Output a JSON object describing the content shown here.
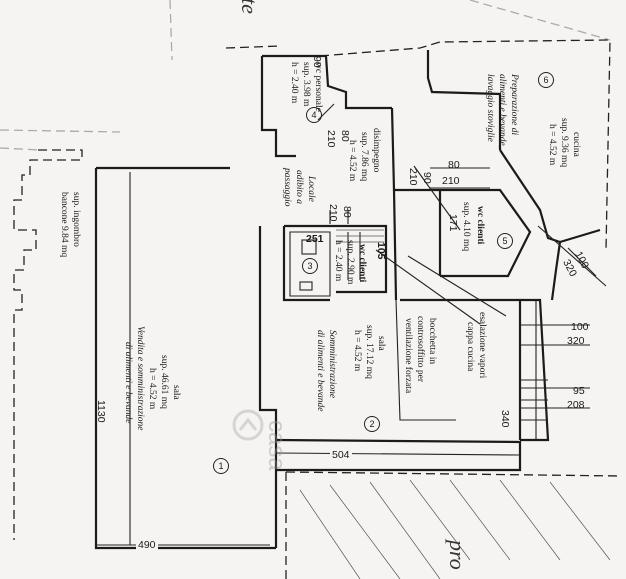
{
  "header_fragment_top": "te",
  "header_fragment_bottom": "pro",
  "watermark": "casa",
  "rooms": {
    "sala_principale": {
      "number": "1",
      "name": "sala",
      "area": "sup. 46.61 mq",
      "height": "h = 4.52 m",
      "use_line1": "Vendita e somministrazione",
      "use_line2": "di alimenti e bevande"
    },
    "sala": {
      "number": "2",
      "name": "sala",
      "area": "sup. 17.12 mq",
      "height": "h = 4.52 m",
      "use_line1": "Somministrazione",
      "use_line2": "di alimenti e bevande"
    },
    "wc_clienti_3": {
      "number": "3",
      "name": "wc clienti",
      "area": "sup. 2.90 m",
      "height": "h = 2.40 m"
    },
    "wc_personale": {
      "number": "4",
      "name": "wc personale",
      "area": "sup. 3.98 m",
      "height": "h = 2.40 m"
    },
    "wc_clienti_5": {
      "number": "5",
      "name": "wc clienti",
      "area": "sup. 4.10 mq"
    },
    "cucina": {
      "number": "6",
      "name": "cucina",
      "area": "sup. 9.36 mq",
      "height": "h = 4.52 m",
      "use_line1": "Preparazione di",
      "use_line2": "alimenti e bevande,",
      "use_line3": "lavaggio stoviglie"
    },
    "disimpegno": {
      "name": "disimpegno",
      "area": "sup. 7.86 mq",
      "height": "h = 4.52 m"
    },
    "passaggio": {
      "line1": "Locale",
      "line2": "adibito a",
      "line3": "passaggio"
    },
    "bancone": {
      "line1": "sup. ingombro",
      "line2": "bancone 9.84 mq"
    }
  },
  "notes": {
    "bocchetta_1": "bocchetta in",
    "bocchetta_2": "controsoffitto per",
    "bocchetta_3": "ventilazione forzata",
    "esalazione_1": "esalazione vapori",
    "esalazione_2": "cappa cucina"
  },
  "dimensions": {
    "d_90_top": "90",
    "d_80_a": "80",
    "d_210_a": "210",
    "d_80_b": "80",
    "d_210_b": "210",
    "d_90": "90",
    "d_210_c": "210",
    "d_171": "171",
    "d_210_d": "210",
    "d_80_c": "80",
    "d_251": "251",
    "d_105": "105",
    "d_100_a": "100",
    "d_320_a": "320",
    "d_100_b": "100",
    "d_320_b": "320",
    "d_95": "95",
    "d_208": "208",
    "d_340": "340",
    "d_504": "504",
    "d_1130": "1130",
    "d_490": "490"
  }
}
